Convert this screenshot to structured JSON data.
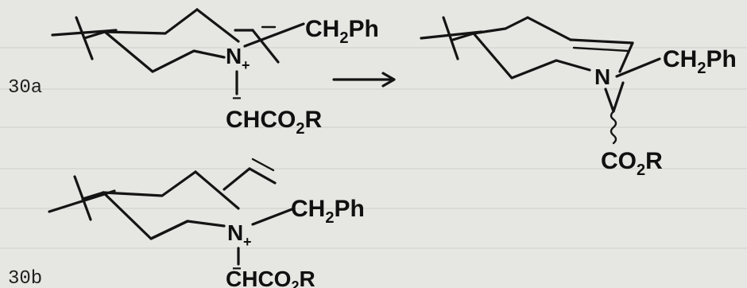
{
  "figure": {
    "background": "#e6e6e2",
    "ink": "#141414",
    "compound_labels": {
      "a": "30a",
      "b": "30b"
    },
    "substituents": {
      "benzyl_formula": {
        "base": "CH",
        "sub": "2",
        "tail": "Ph"
      },
      "ylide_formula": {
        "base": "CHCO",
        "sub": "2",
        "tail": "R"
      },
      "ester_formula": {
        "base": "CO",
        "sub": "2",
        "tail": "R"
      },
      "nitrogen": "N",
      "nitrogen_cation_charge": "+",
      "carbanion_charge": "−"
    },
    "reaction_arrow": "reaction-arrow"
  }
}
